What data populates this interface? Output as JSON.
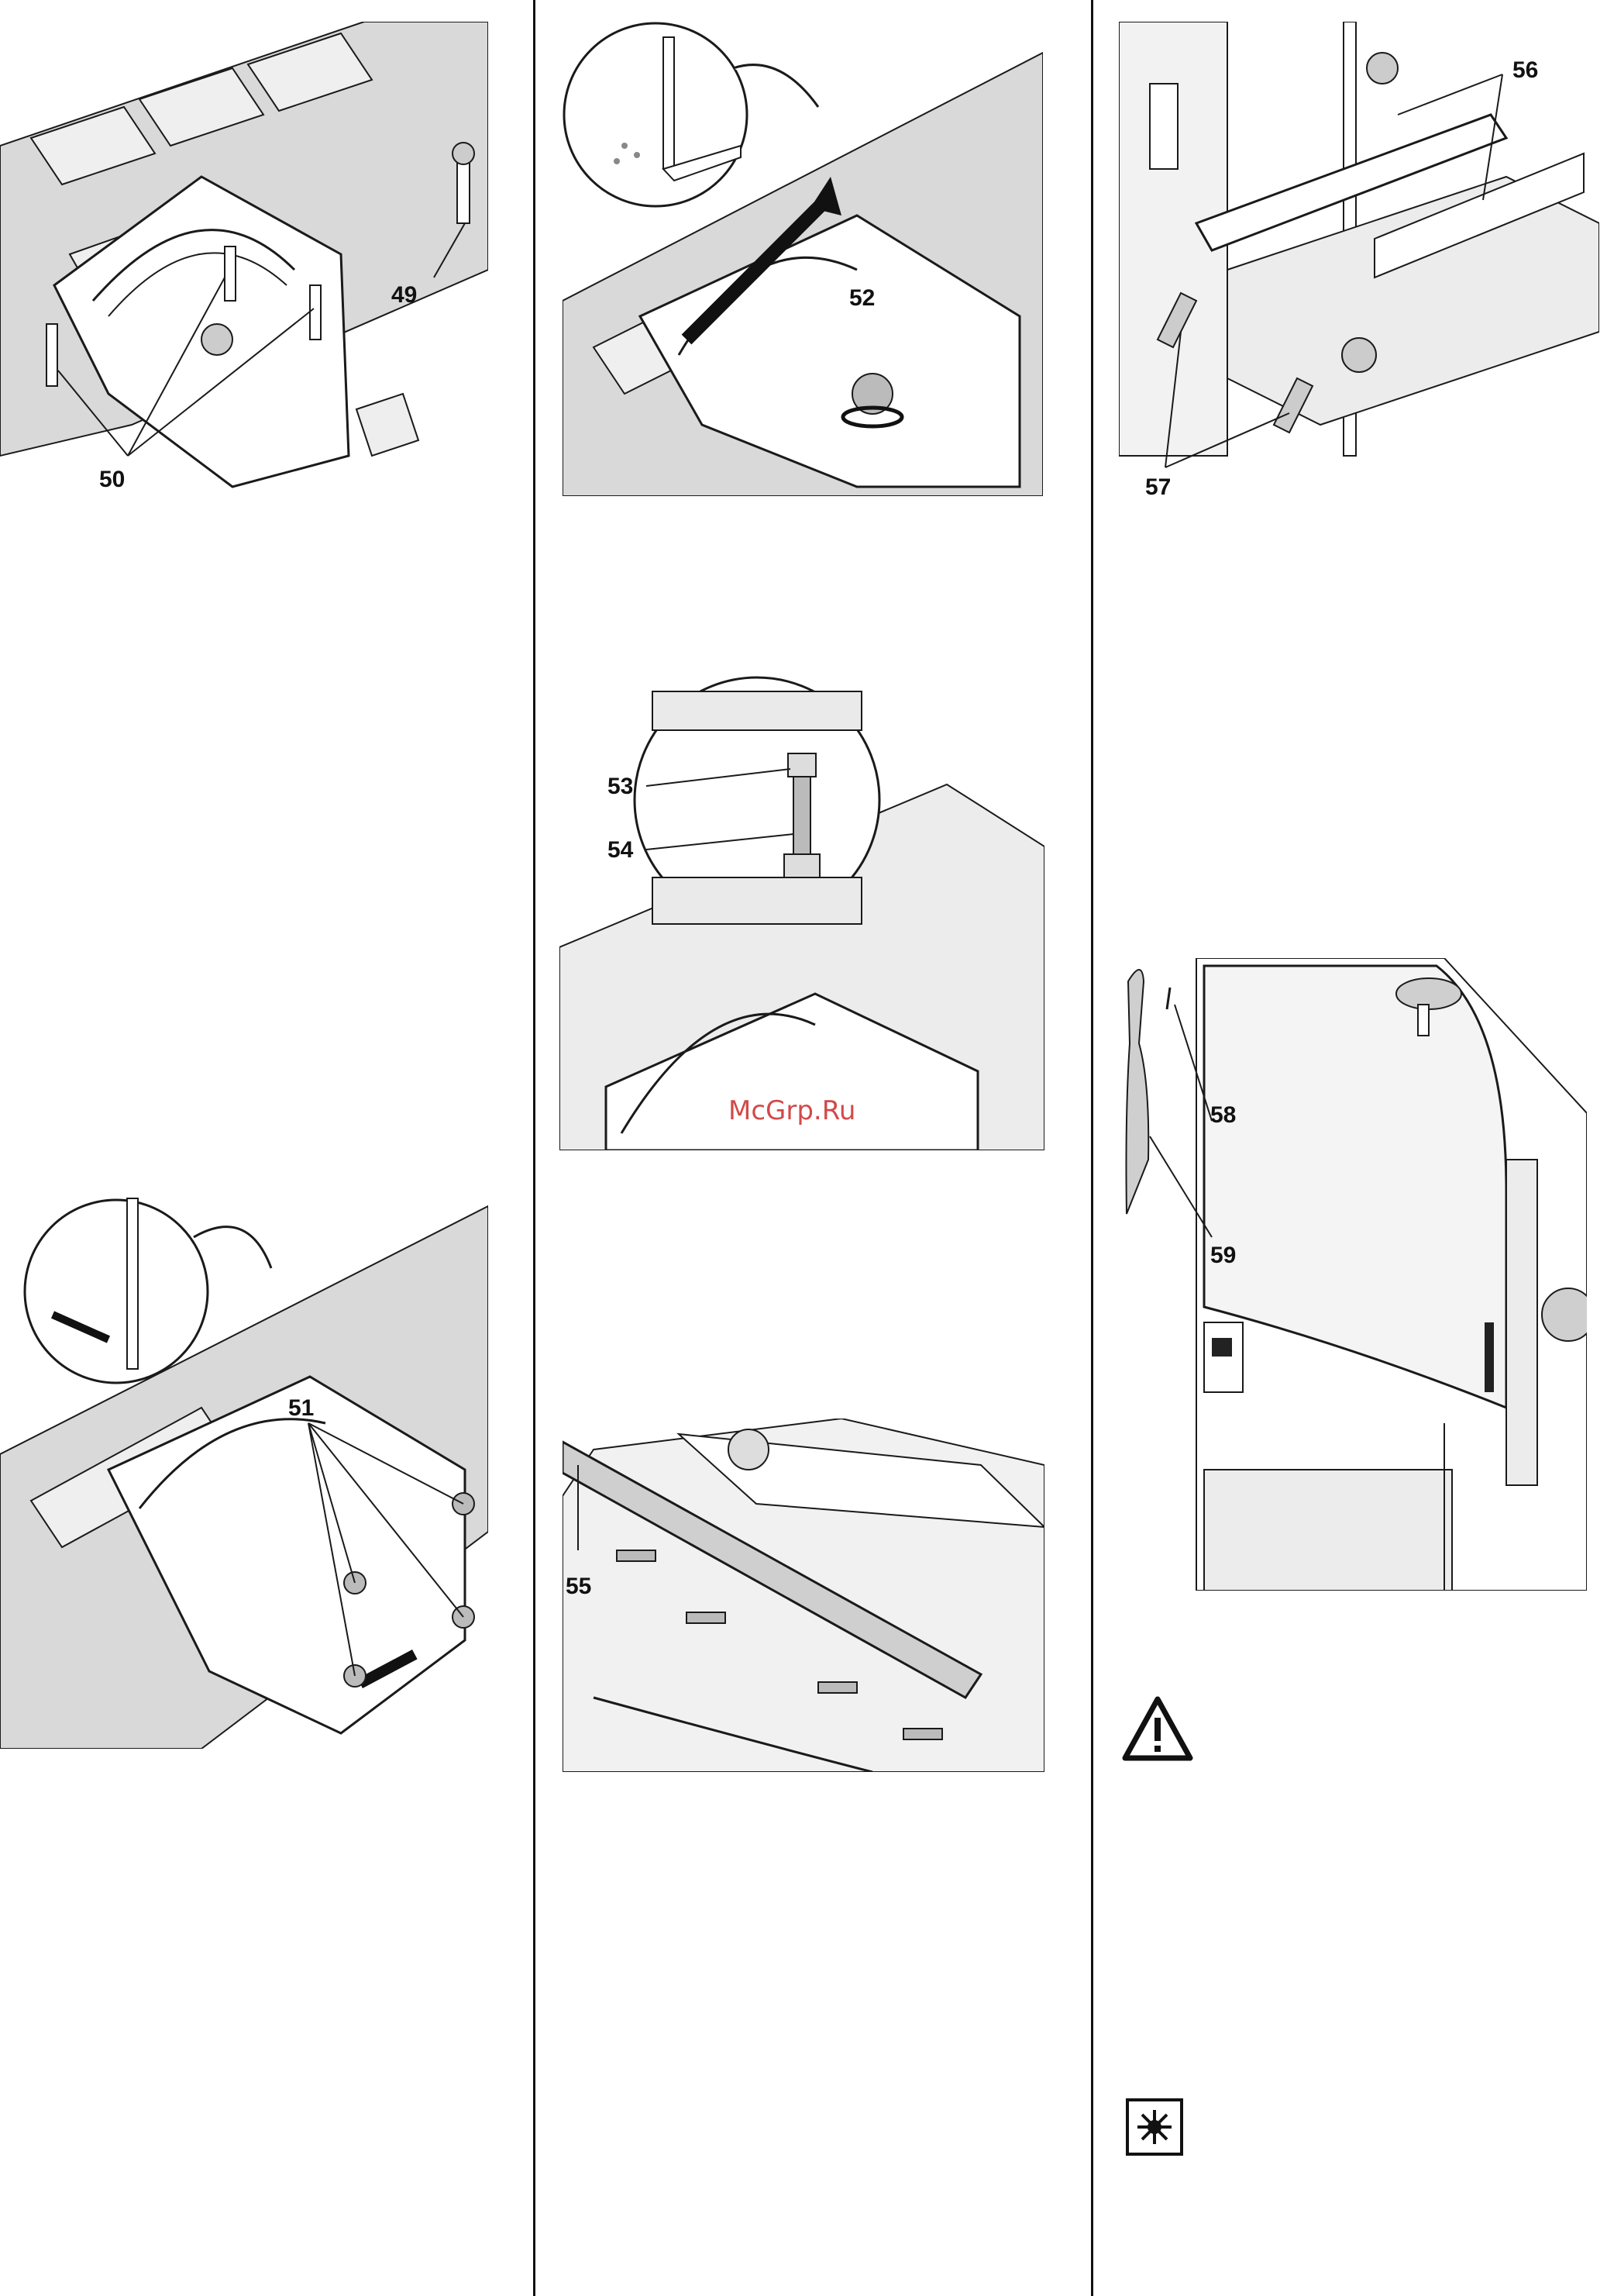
{
  "callouts": {
    "c49": "49",
    "c50": "50",
    "c51": "51",
    "c52": "52",
    "c53": "53",
    "c54": "54",
    "c55": "55",
    "c56": "56",
    "c57": "57",
    "c58": "58",
    "c59": "59"
  },
  "watermark": "McGrp.Ru",
  "icons": {
    "warning": "warning-triangle-icon",
    "tip": "tip-sparkle-icon"
  },
  "colors": {
    "line": "#1a1a1a",
    "panel": "#d9d9d9",
    "panel_light": "#efefef",
    "watermark": "#d24a4a"
  }
}
